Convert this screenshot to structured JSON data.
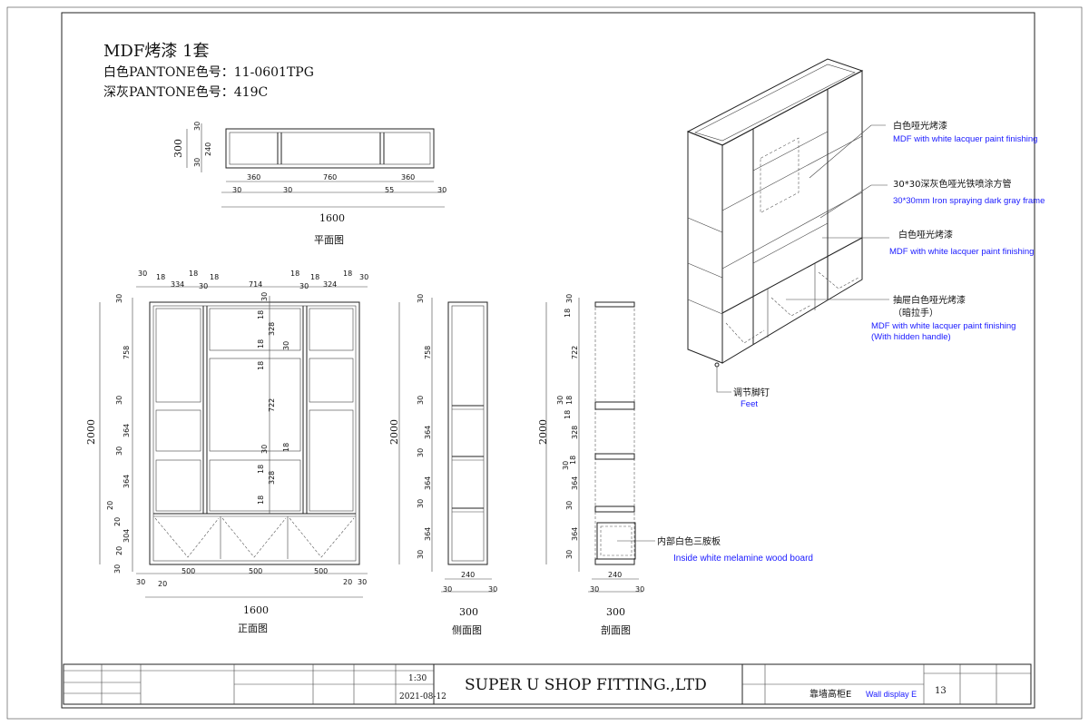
{
  "header": {
    "line1": "MDF烤漆    1套",
    "line2": "白色PANTONE色号：11-0601TPG",
    "line3": "深灰PANTONE色号：419C"
  },
  "views": {
    "plan_title": "平面图",
    "front_title": "正面图",
    "side_title": "侧面图",
    "section_title": "剖面图"
  },
  "plan": {
    "overall": "1600",
    "depth": "300",
    "seg1": "360",
    "seg2": "760",
    "seg3": "360",
    "d30a": "30",
    "d30b": "30",
    "d55": "55",
    "d30c": "30",
    "v30a": "30",
    "v240": "240",
    "v30b": "30"
  },
  "front": {
    "overall_w": "1600",
    "overall_h": "2000",
    "top": [
      "30",
      "18",
      "334",
      "18",
      "30",
      "18",
      "714",
      "18",
      "30",
      "18",
      "324",
      "18",
      "30"
    ],
    "left": [
      "30",
      "758",
      "30",
      "364",
      "30",
      "364",
      "20",
      "20",
      "304",
      "20",
      "30"
    ],
    "inner": [
      "30",
      "18",
      "328",
      "18",
      "30",
      "18",
      "722",
      "30",
      "18",
      "18",
      "328",
      "18"
    ],
    "bottom": [
      "30",
      "20",
      "500",
      "500",
      "500",
      "20",
      "30"
    ]
  },
  "side": {
    "overall_h": "2000",
    "left": [
      "30",
      "758",
      "30",
      "364",
      "30",
      "364",
      "30",
      "364",
      "30"
    ],
    "w240": "240",
    "w300": "300",
    "w30a": "30",
    "w30b": "30"
  },
  "section": {
    "overall_h": "2000",
    "left": [
      "30",
      "18",
      "722",
      "30",
      "18",
      "18",
      "328",
      "30",
      "18",
      "364",
      "30",
      "364",
      "30"
    ],
    "w240": "240",
    "w300": "300",
    "w30a": "30",
    "w30b": "30",
    "note_cn": "内部白色三胺板",
    "note_en": "Inside white melamine wood board"
  },
  "callouts": [
    {
      "cn": "白色哑光烤漆",
      "en": "MDF with white lacquer paint finishing"
    },
    {
      "cn": "30*30深灰色哑光铁喷涂方管",
      "en": "30*30mm Iron spraying dark gray frame"
    },
    {
      "cn": "白色哑光烤漆",
      "en": "MDF with white lacquer paint finishing"
    },
    {
      "cn": "抽屉白色哑光烤漆",
      "cn2": "（暗拉手）",
      "en": "MDF with white lacquer paint finishing",
      "en2": "(With hidden handle)"
    },
    {
      "cn": "调节脚钉",
      "en": "Feet"
    }
  ],
  "titleblock": {
    "company": "SUPER U SHOP FITTING.,LTD",
    "scale": "1:30",
    "date": "2021-08-12",
    "drawing_name_cn": "靠墙高柜E",
    "drawing_name_en": "Wall display E",
    "drawing_no": "13"
  }
}
